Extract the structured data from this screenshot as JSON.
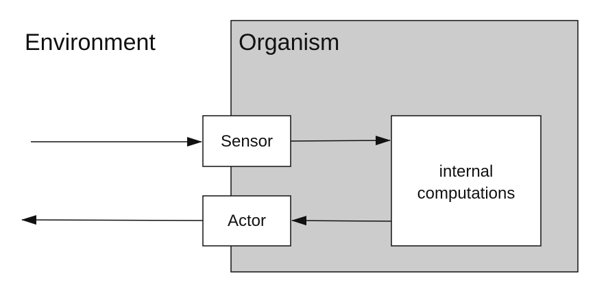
{
  "diagram": {
    "environment_label": "Environment",
    "organism_label": "Organism",
    "sensor_label": "Sensor",
    "actor_label": "Actor",
    "internal_label_line1": "internal",
    "internal_label_line2": "computations",
    "colors": {
      "organism_fill": "#cccccc",
      "box_fill": "#ffffff",
      "stroke": "#111111"
    }
  }
}
